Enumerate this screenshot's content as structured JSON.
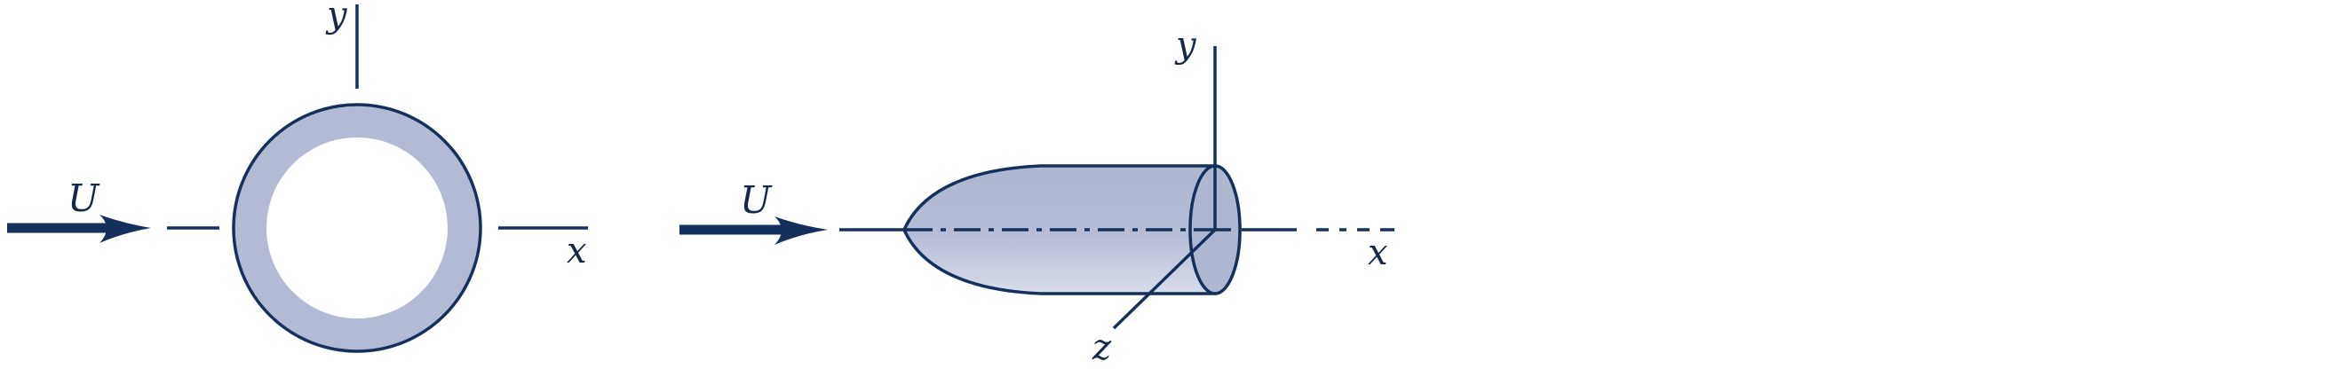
{
  "colors": {
    "ink": "#15305c",
    "body_fill": "#b3bad3",
    "body_fill_light": "#d6daea",
    "background": "#ffffff"
  },
  "left_diagram": {
    "flow_label": "U",
    "x_axis_label": "x",
    "y_axis_label": "y"
  },
  "right_diagram": {
    "flow_label": "U",
    "x_axis_label": "x",
    "y_axis_label": "y",
    "z_axis_label": "z"
  }
}
